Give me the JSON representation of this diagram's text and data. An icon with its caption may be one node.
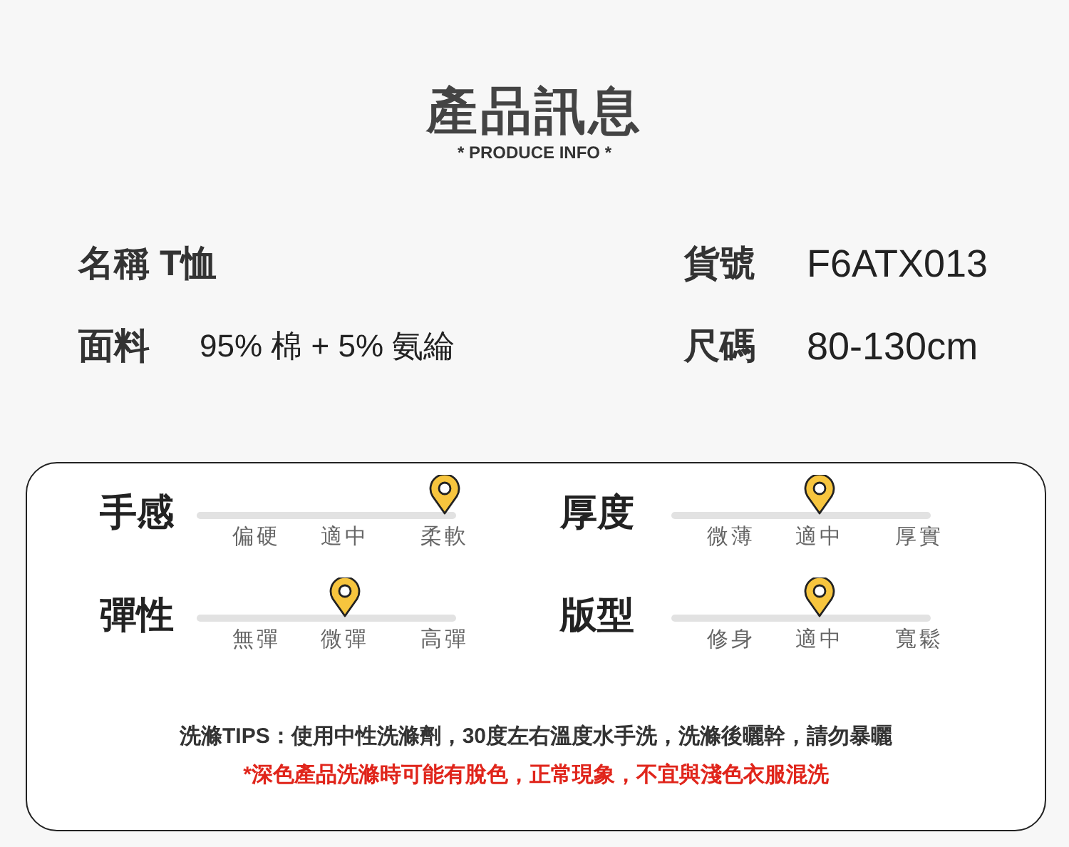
{
  "diagram": {
    "title": "產品訊息",
    "nodes": [
      {
        "text": [
          "洗滌TIPS：使用中性洗滌劑，30度左右溫度水手洗，洗滌後曬幹，請勿暴曬",
          "*深色產品洗滌時可能有脫色，正常現象，不宜與淺色衣服混洗"
        ]
      }
    ],
    "labels": [
      "* PRODUCE INFO *",
      "名稱 T恤",
      "貨號",
      "F6ATX013",
      "面料",
      "95% 棉 + 5% 氨綸",
      "尺碼",
      "80-130cm",
      "手感",
      "偏硬",
      "適中",
      "柔軟",
      "厚度",
      "微薄",
      "適中",
      "厚實",
      "彈性",
      "無彈",
      "微彈",
      "高彈",
      "版型",
      "修身",
      "適中",
      "寬鬆"
    ]
  }
}
